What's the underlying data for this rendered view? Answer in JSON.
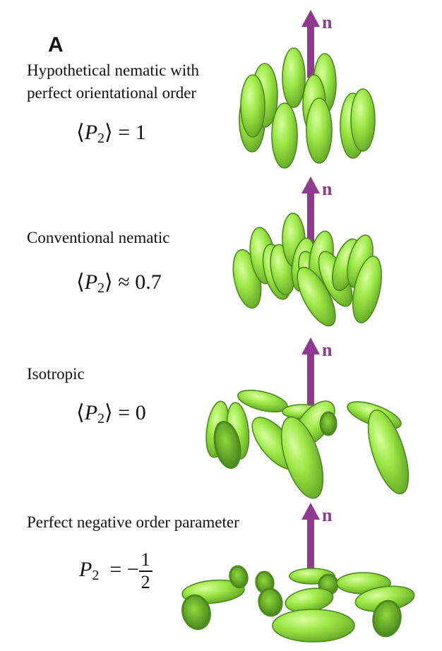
{
  "panel": {
    "letter": "A"
  },
  "director": {
    "label": "n",
    "color": "#8e3a8e"
  },
  "colors": {
    "ellipsoid_fill": "#9be645",
    "ellipsoid_outline": "#4d8a1c"
  },
  "states": [
    {
      "caption": "Hypothetical nematic with\nperfect orientational order",
      "order_parameter": {
        "symbol": "P",
        "subscript": "2",
        "brackets": true,
        "relation": "=",
        "value": "1"
      }
    },
    {
      "caption": "Conventional nematic",
      "order_parameter": {
        "symbol": "P",
        "subscript": "2",
        "brackets": true,
        "relation": "≈",
        "value": "0.7"
      }
    },
    {
      "caption": "Isotropic",
      "order_parameter": {
        "symbol": "P",
        "subscript": "2",
        "brackets": true,
        "relation": "=",
        "value": "0"
      }
    },
    {
      "caption": "Perfect negative order parameter",
      "order_parameter": {
        "symbol": "P",
        "subscript": "2",
        "brackets": false,
        "relation": "= −",
        "numerator": "1",
        "denominator": "2"
      }
    }
  ]
}
